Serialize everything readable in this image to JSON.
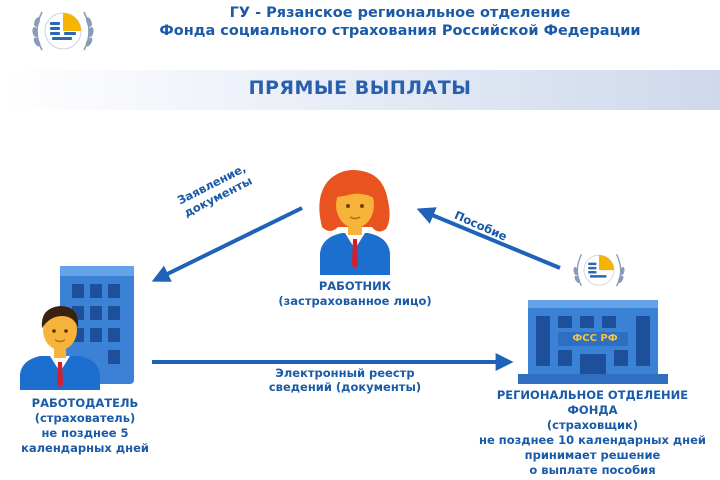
{
  "header": {
    "line1": "ГУ - Рязанское региональное отделение",
    "line2": "Фонда социального страхования Российской Федерации"
  },
  "banner": {
    "title": "ПРЯМЫЕ ВЫПЛАТЫ"
  },
  "colors": {
    "primary": "#1a5aa6",
    "arrow": "#1f63b8",
    "building": "#3b82d6",
    "hair": "#e8531f",
    "skin": "#f7b43a",
    "tie": "#d4202a"
  },
  "nodes": {
    "worker": {
      "title": "РАБОТНИК",
      "subtitle": "(застрахованное лицо)"
    },
    "employer": {
      "title": "РАБОТОДАТЕЛЬ",
      "line2": "(страхователь)",
      "line3": "не позднее 5",
      "line4": "календарных дней"
    },
    "fund": {
      "title1": "РЕГИОНАЛЬНОЕ ОТДЕЛЕНИЕ",
      "title2": "ФОНДА",
      "line3": "(страховщик)",
      "line4": "не позднее 10 календарных дней",
      "line5": "принимает решение",
      "line6": "о выплате пособия",
      "building_sign": "ФСС РФ"
    }
  },
  "edges": {
    "application": {
      "line1": "Заявление,",
      "line2": "документы"
    },
    "benefit": {
      "label": "Пособие"
    },
    "registry": {
      "line1": "Электронный реестр",
      "line2": "сведений (документы)"
    }
  }
}
